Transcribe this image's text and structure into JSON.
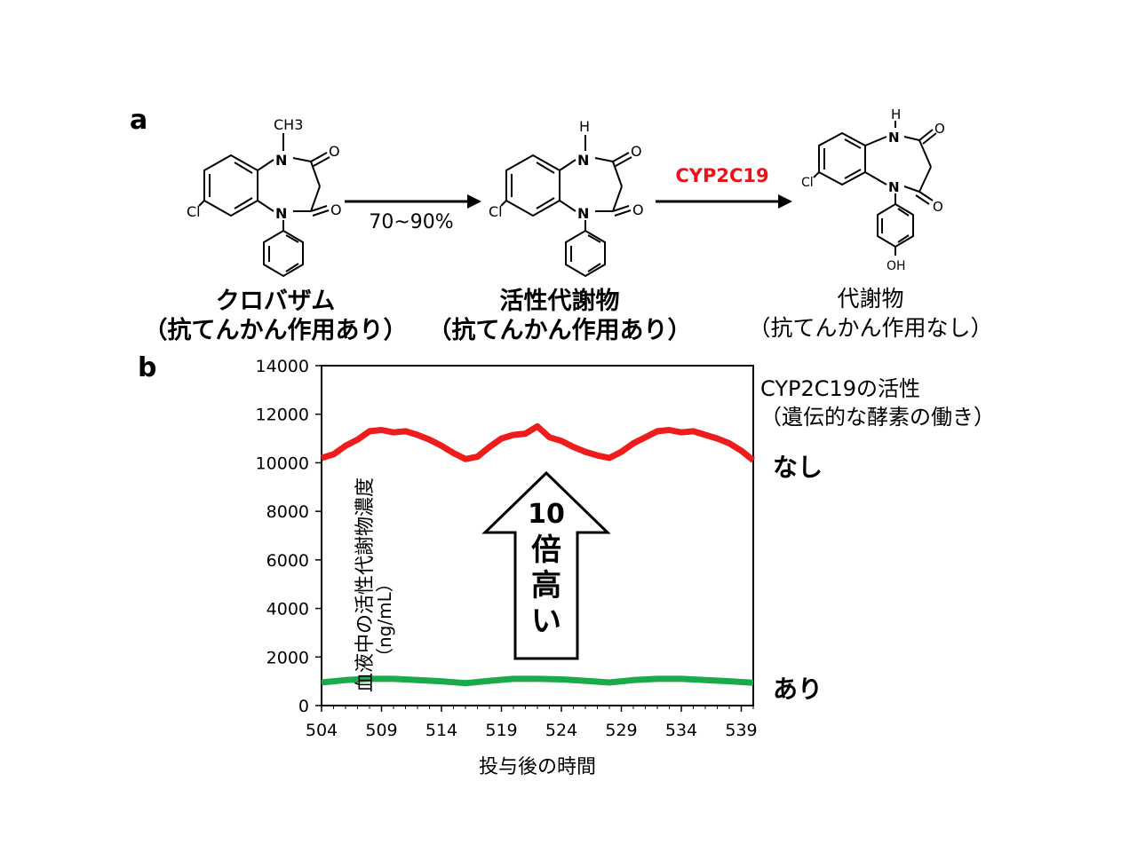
{
  "panel_a": {
    "label": "a",
    "compounds": [
      {
        "name": "クロバザム",
        "note": "（抗てんかん作用あり）"
      },
      {
        "name": "活性代謝物",
        "note": "（抗てんかん作用あり）"
      },
      {
        "name": "代謝物",
        "note": "（抗てんかん作用なし）"
      }
    ],
    "arrow1_label": "70~90%",
    "arrow2_label": "CYP2C19",
    "arrow2_color": "#e8141b",
    "atoms": {
      "ch3": "CH3",
      "h": "H",
      "n": "N",
      "o": "O",
      "cl": "Cl",
      "oh": "OH"
    }
  },
  "panel_b": {
    "label": "b",
    "legend_title_line1": "CYP2C19の活性",
    "legend_title_line2": "（遺伝的な酵素の働き）",
    "arrow_text": [
      "10",
      "倍",
      "高",
      "い"
    ]
  },
  "chart_data": {
    "type": "line",
    "xlabel": "投与後の時間",
    "ylabel": "血液中の活性代謝物濃度",
    "yunit": "（ng/mL）",
    "xlim": [
      504,
      540
    ],
    "ylim": [
      0,
      14000
    ],
    "xticks": [
      504,
      509,
      514,
      519,
      524,
      529,
      534,
      539
    ],
    "yticks": [
      0,
      2000,
      4000,
      6000,
      8000,
      10000,
      12000,
      14000
    ],
    "grid": false,
    "series": [
      {
        "name": "なし",
        "color": "#ee1c1c",
        "x": [
          504,
          505,
          506,
          507,
          508,
          509,
          510,
          511,
          512,
          513,
          514,
          515,
          516,
          517,
          518,
          519,
          520,
          521,
          522,
          523,
          524,
          525,
          526,
          527,
          528,
          529,
          530,
          531,
          532,
          533,
          534,
          535,
          536,
          537,
          538,
          539,
          540
        ],
        "y": [
          10200,
          10350,
          10700,
          10950,
          11300,
          11350,
          11250,
          11300,
          11150,
          10950,
          10700,
          10400,
          10150,
          10250,
          10650,
          11000,
          11150,
          11200,
          11500,
          11050,
          10900,
          10650,
          10450,
          10300,
          10200,
          10450,
          10800,
          11050,
          11300,
          11350,
          11250,
          11300,
          11150,
          11000,
          10800,
          10500,
          10100
        ]
      },
      {
        "name": "あり",
        "color": "#1aaa4a",
        "x": [
          504,
          506,
          508,
          510,
          512,
          514,
          516,
          518,
          520,
          522,
          524,
          526,
          528,
          530,
          532,
          534,
          536,
          538,
          540
        ],
        "y": [
          950,
          1050,
          1100,
          1100,
          1050,
          1000,
          920,
          1020,
          1100,
          1100,
          1080,
          1020,
          950,
          1050,
          1100,
          1100,
          1050,
          1000,
          940
        ]
      }
    ]
  }
}
